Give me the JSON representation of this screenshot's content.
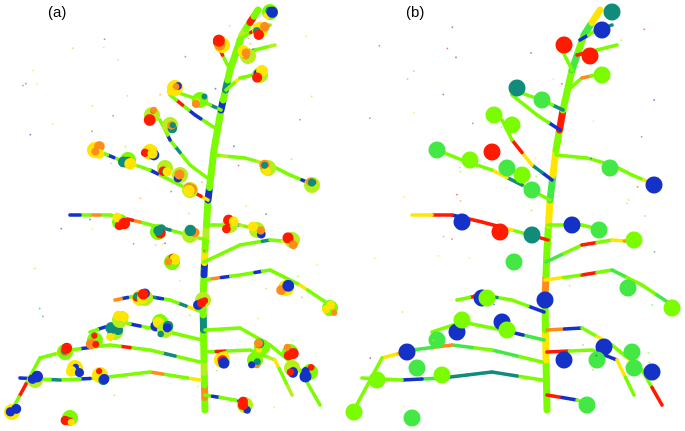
{
  "panels": [
    {
      "id": "a",
      "label": "(a)",
      "color_scheme": "multicolor-per-point"
    },
    {
      "id": "b",
      "label": "(b)",
      "color_scheme": "multicolor-per-segment"
    }
  ],
  "colors": {
    "green": "#7CFC00",
    "yellow_green": "#B5F01E",
    "yellow": "#FFE500",
    "orange": "#FF8C1A",
    "red": "#FF1A00",
    "blue": "#1432C8",
    "teal": "#0F8C7A",
    "lime": "#44E844"
  }
}
